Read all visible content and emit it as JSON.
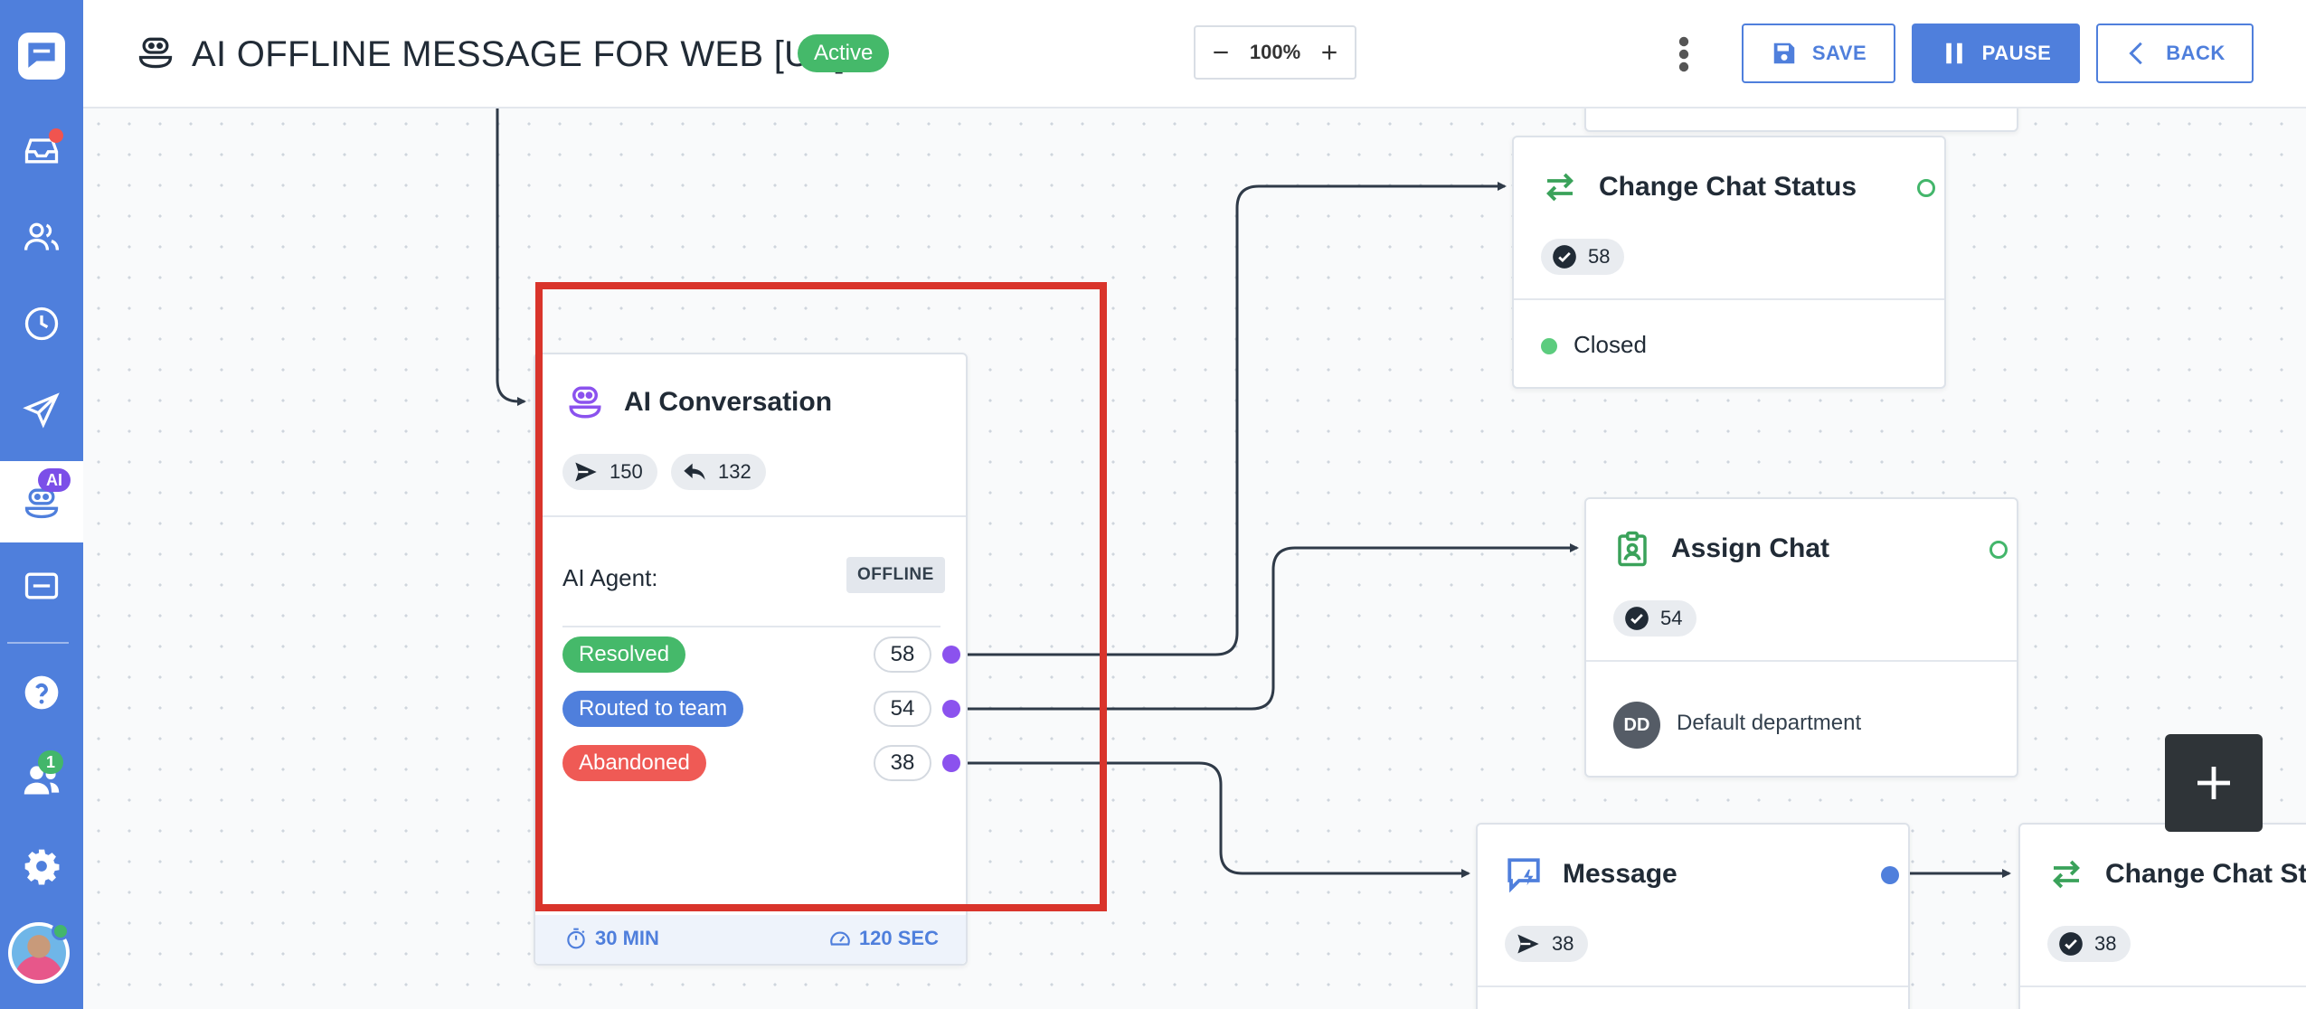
{
  "header": {
    "title": "AI OFFLINE MESSAGE FOR WEB [UK]",
    "status": "Active",
    "zoom": "100%",
    "save_label": "SAVE",
    "pause_label": "PAUSE",
    "back_label": "BACK"
  },
  "sidebar": {
    "ai_badge": "AI",
    "team_badge": "1",
    "items": [
      "chat-logo-icon",
      "inbox-icon",
      "contacts-icon",
      "history-icon",
      "campaigns-icon",
      "ai-bot-icon",
      "widget-icon",
      "help-icon",
      "team-icon",
      "settings-icon"
    ]
  },
  "nodes": {
    "ai_conversation": {
      "title": "AI Conversation",
      "sent": "150",
      "replied": "132",
      "agent_label": "AI Agent:",
      "agent_status": "OFFLINE",
      "outcomes": [
        {
          "label": "Resolved",
          "count": "58",
          "color": "#45b96a"
        },
        {
          "label": "Routed to team",
          "count": "54",
          "color": "#4f7fdc"
        },
        {
          "label": "Abandoned",
          "count": "38",
          "color": "#ef5a55"
        }
      ],
      "timeout": "30 MIN",
      "delay": "120 SEC"
    },
    "change_status_1": {
      "title": "Change Chat Status",
      "count": "58",
      "status": "Closed"
    },
    "assign_chat": {
      "title": "Assign Chat",
      "count": "54",
      "dept_initials": "DD",
      "dept": "Default department"
    },
    "message": {
      "title": "Message",
      "count": "38"
    },
    "change_status_2": {
      "title": "Change Chat Sta",
      "count": "38"
    }
  },
  "colors": {
    "brand": "#4f7fdc",
    "active": "#45b96a",
    "port_purple": "#8b52ee",
    "highlight": "#d9342b"
  }
}
